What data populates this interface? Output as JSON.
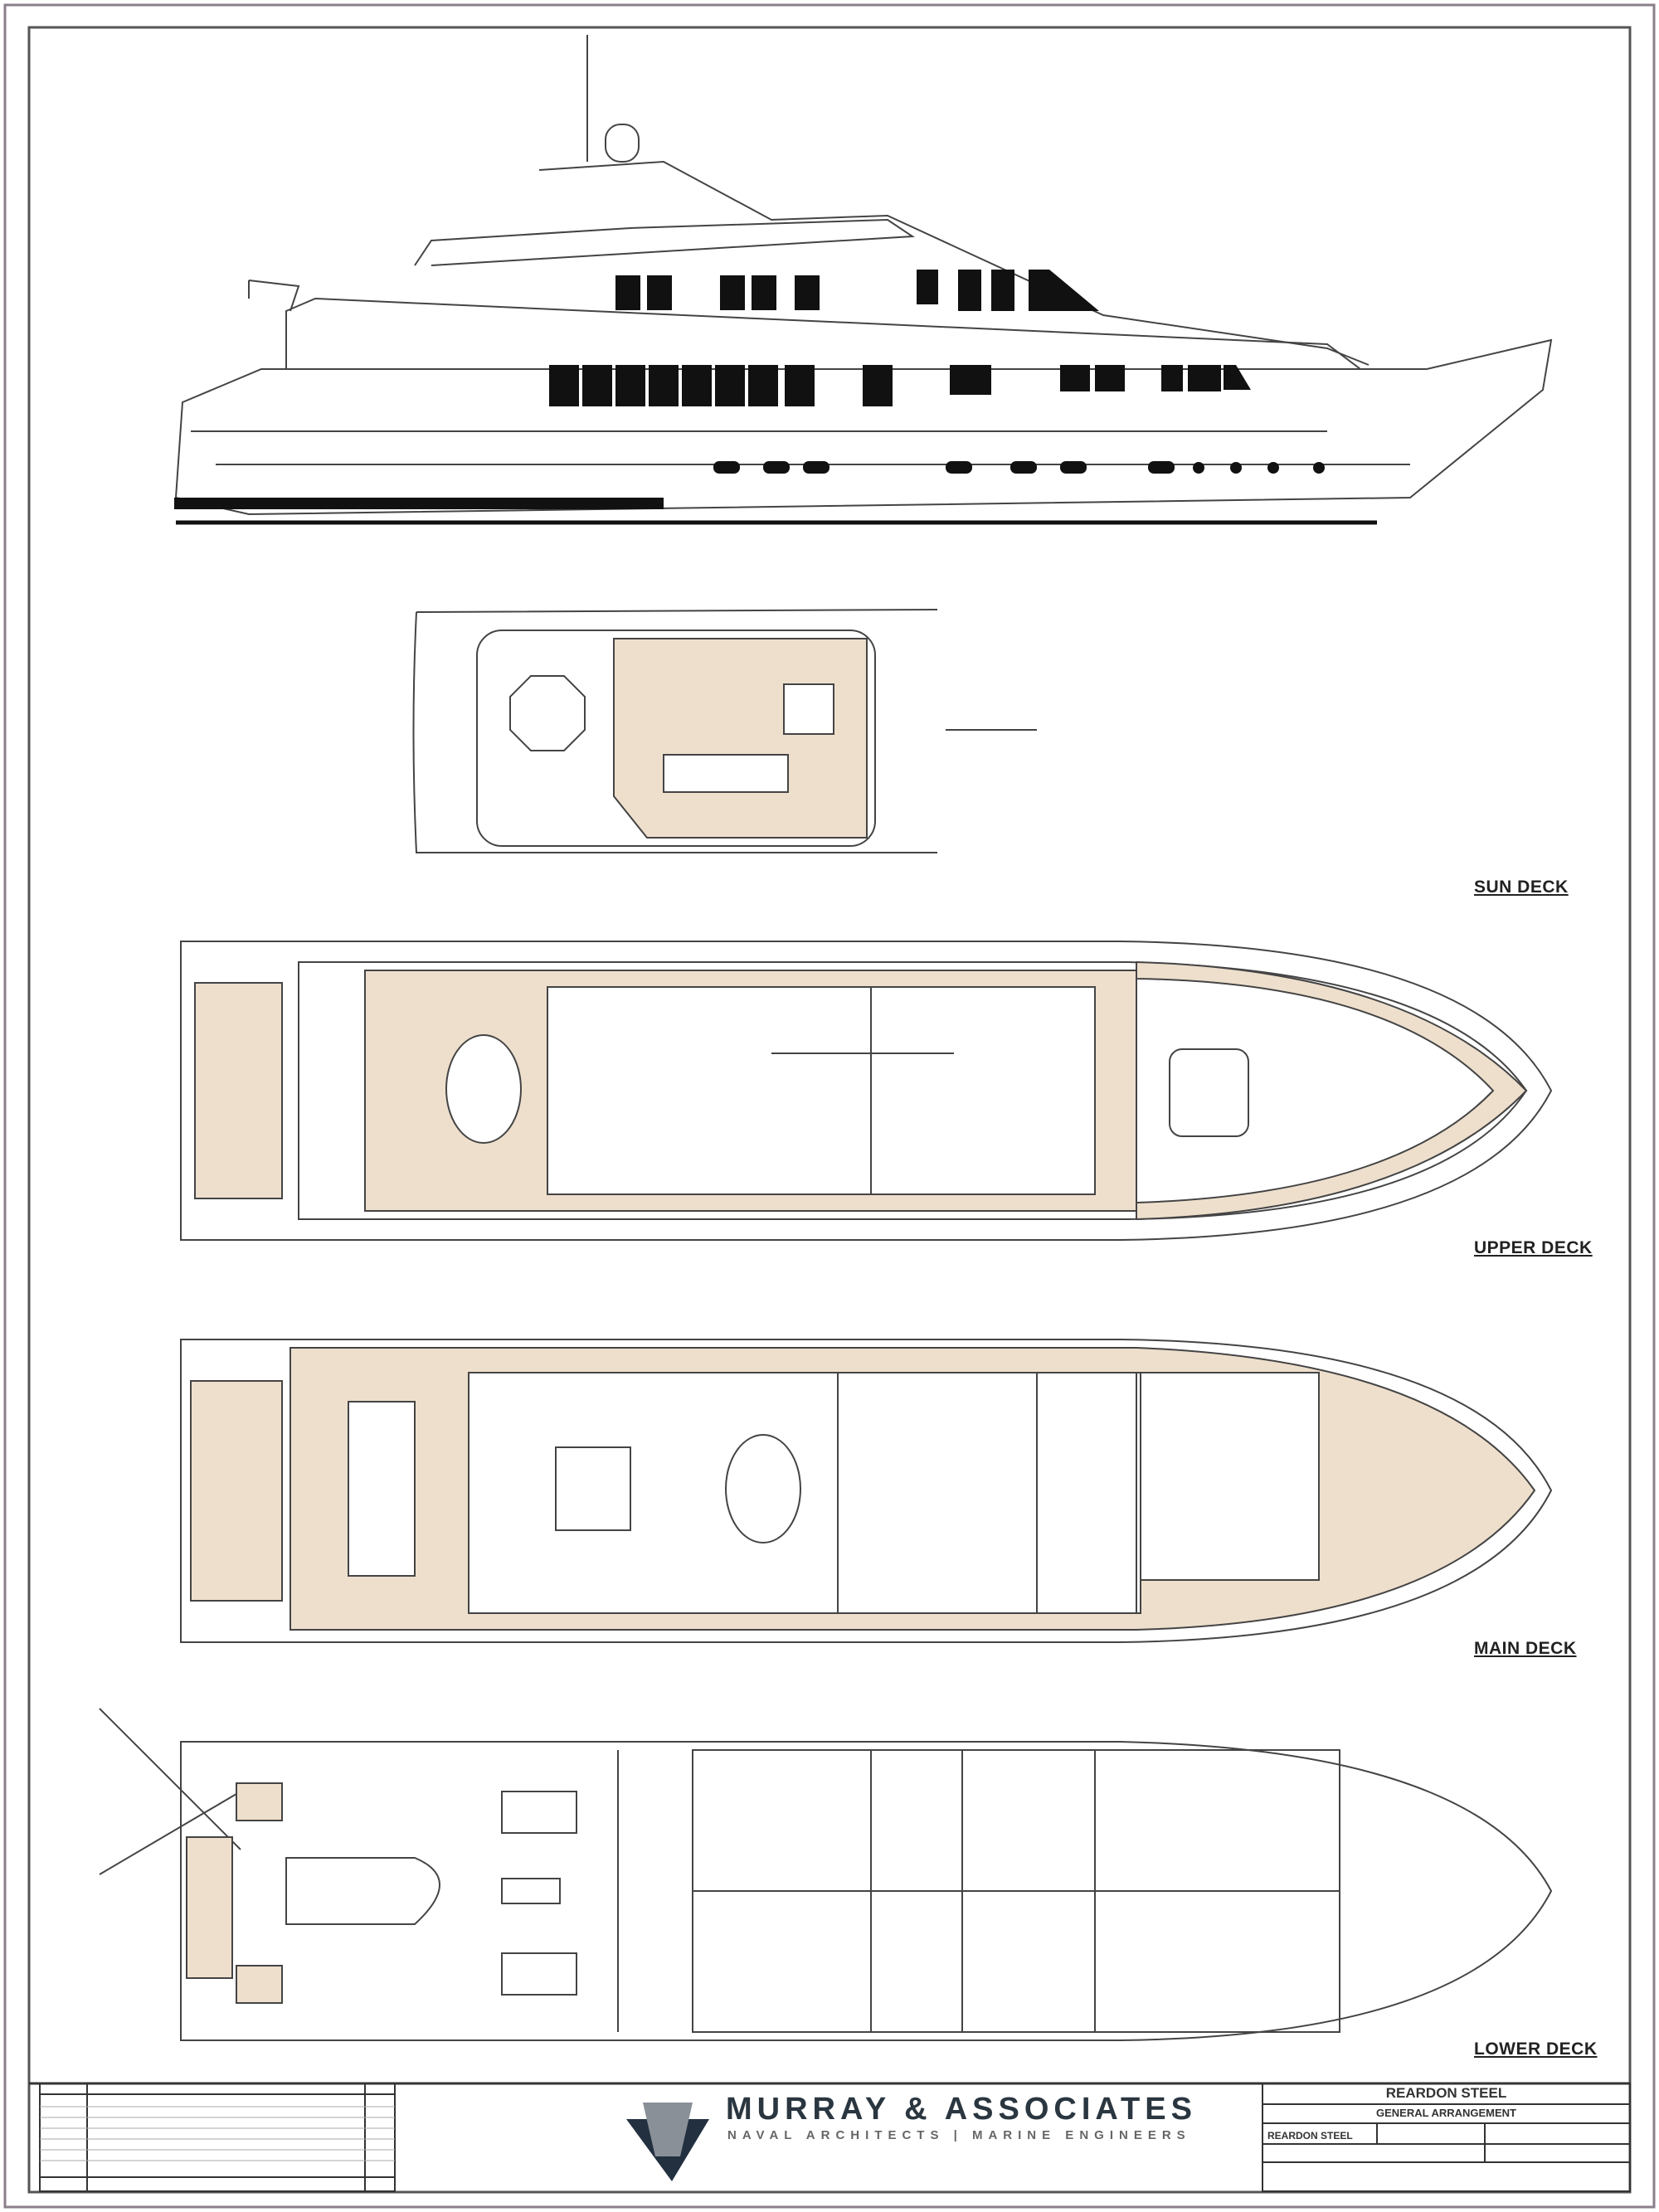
{
  "deck_labels": {
    "sun": "SUN DECK",
    "upper": "UPPER DECK",
    "main": "MAIN DECK",
    "lower": "LOWER DECK"
  },
  "title_block": {
    "firm_name": "MURRAY & ASSOCIATES",
    "firm_tagline": "NAVAL ARCHITECTS | MARINE ENGINEERS",
    "project": "REARDON STEEL",
    "title": "GENERAL ARRANGEMENT",
    "client": "REARDON STEEL"
  },
  "colors": {
    "deck_teak": "#eedfcd",
    "line": "#333333",
    "border": "#8a7f8a"
  }
}
